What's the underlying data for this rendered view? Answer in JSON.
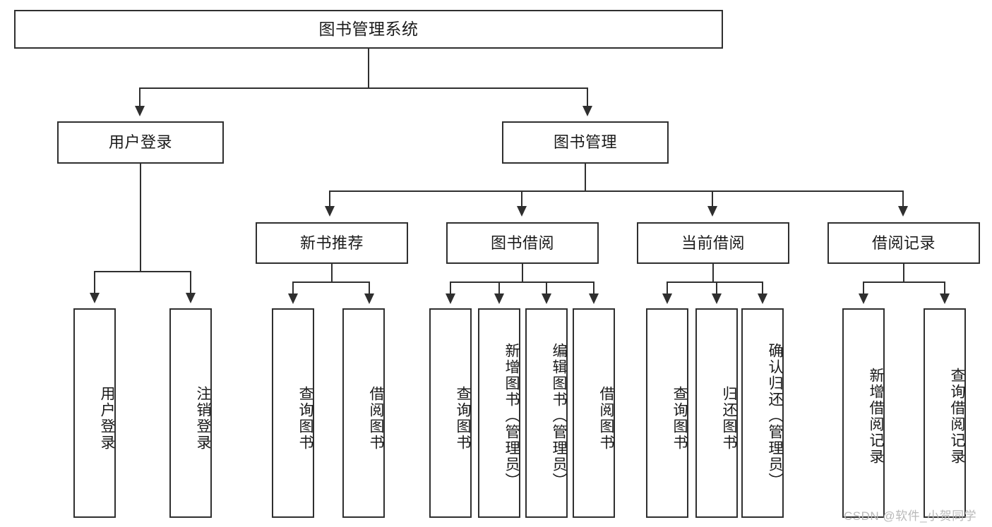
{
  "diagram": {
    "title": "图书管理系统",
    "type": "tree",
    "watermark": "CSDN @软件_小贺同学",
    "colors": {
      "box_border": "#2f2f2f",
      "box_fill": "#ffffff",
      "line": "#2f2f2f",
      "text": "#1a1a1a",
      "watermark": "#b9b9b9",
      "background": "#ffffff"
    },
    "levels": {
      "root": {
        "label": "图书管理系统"
      },
      "level2": [
        {
          "label": "用户登录"
        },
        {
          "label": "图书管理"
        }
      ],
      "level3": [
        {
          "label": "新书推荐",
          "parent": "图书管理"
        },
        {
          "label": "图书借阅",
          "parent": "图书管理"
        },
        {
          "label": "当前借阅",
          "parent": "图书管理"
        },
        {
          "label": "借阅记录",
          "parent": "图书管理"
        }
      ],
      "leaves": [
        {
          "label": "用户登录",
          "parent": "用户登录"
        },
        {
          "label": "注销登录",
          "parent": "用户登录"
        },
        {
          "label": "查询图书",
          "parent": "新书推荐"
        },
        {
          "label": "借阅图书",
          "parent": "新书推荐"
        },
        {
          "label": "查询图书",
          "parent": "图书借阅"
        },
        {
          "label": "新增图书（管理员）",
          "parent": "图书借阅"
        },
        {
          "label": "编辑图书（管理员）",
          "parent": "图书借阅"
        },
        {
          "label": "借阅图书",
          "parent": "图书借阅"
        },
        {
          "label": "查询图书",
          "parent": "当前借阅"
        },
        {
          "label": "归还图书",
          "parent": "当前借阅"
        },
        {
          "label": "确认归还（管理员）",
          "parent": "当前借阅"
        },
        {
          "label": "新增借阅记录",
          "parent": "借阅记录"
        },
        {
          "label": "查询借阅记录",
          "parent": "借阅记录"
        }
      ]
    }
  }
}
